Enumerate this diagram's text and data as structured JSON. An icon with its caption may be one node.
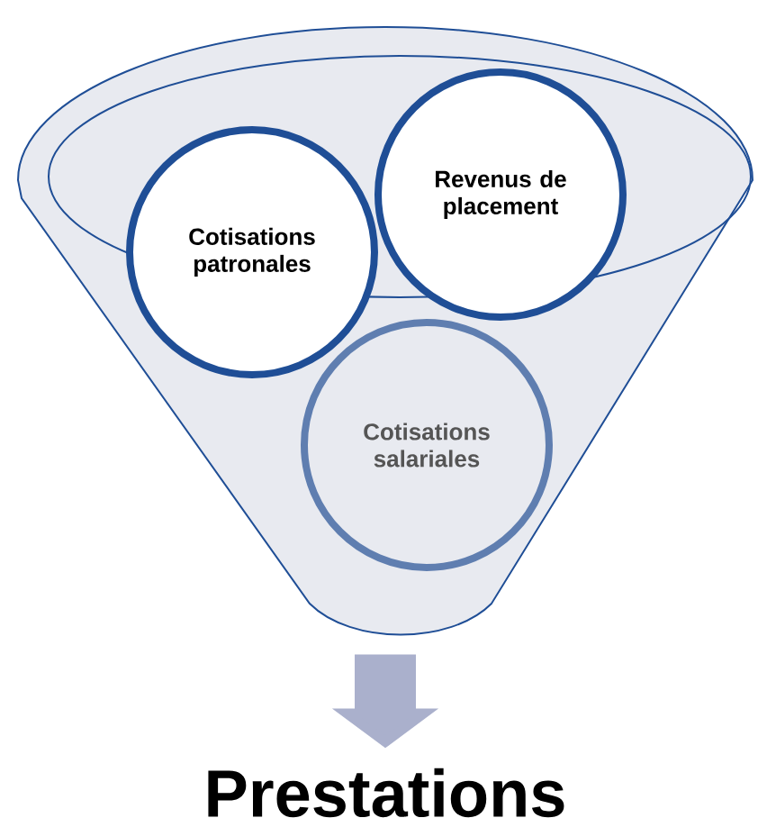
{
  "diagram": {
    "nodes": [
      {
        "text": [],
        "shape": "funnel"
      },
      {
        "text": [
          "Cotisations patronales"
        ],
        "in": 0
      },
      {
        "text": [
          "Revenus de placement"
        ],
        "in": 0
      },
      {
        "text": [
          "Cotisations salariales"
        ],
        "in": 0
      },
      {
        "text": [
          "Prestations"
        ]
      }
    ],
    "edges": [
      {
        "from": 0,
        "to": 4,
        "arrow": "to"
      }
    ]
  }
}
